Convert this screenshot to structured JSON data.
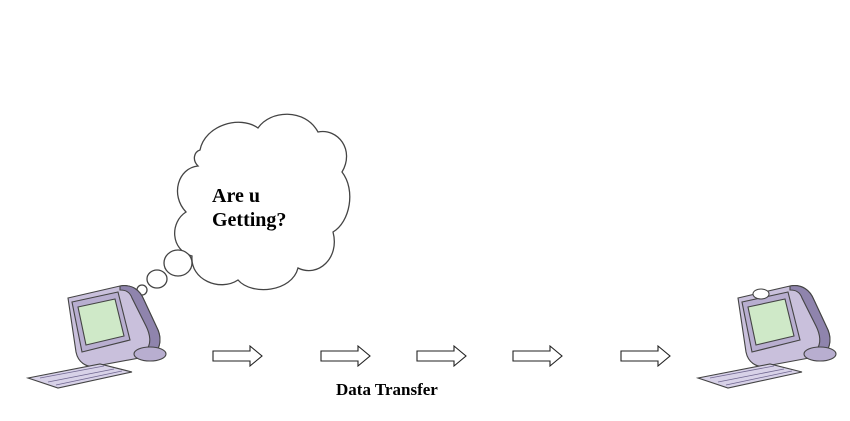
{
  "thought_bubble": {
    "line1": "Are u",
    "line2": "Getting?"
  },
  "caption": "Data Transfer",
  "arrow_count": 5,
  "colors": {
    "monitor_body": "#c9c0dc",
    "monitor_shadow": "#8f84ad",
    "screen": "#cfe9c8",
    "outline": "#444444"
  },
  "icons": {
    "sender": "computer-icon",
    "receiver": "computer-icon",
    "arrow": "right-arrow-icon",
    "bubble": "thought-cloud-icon"
  }
}
